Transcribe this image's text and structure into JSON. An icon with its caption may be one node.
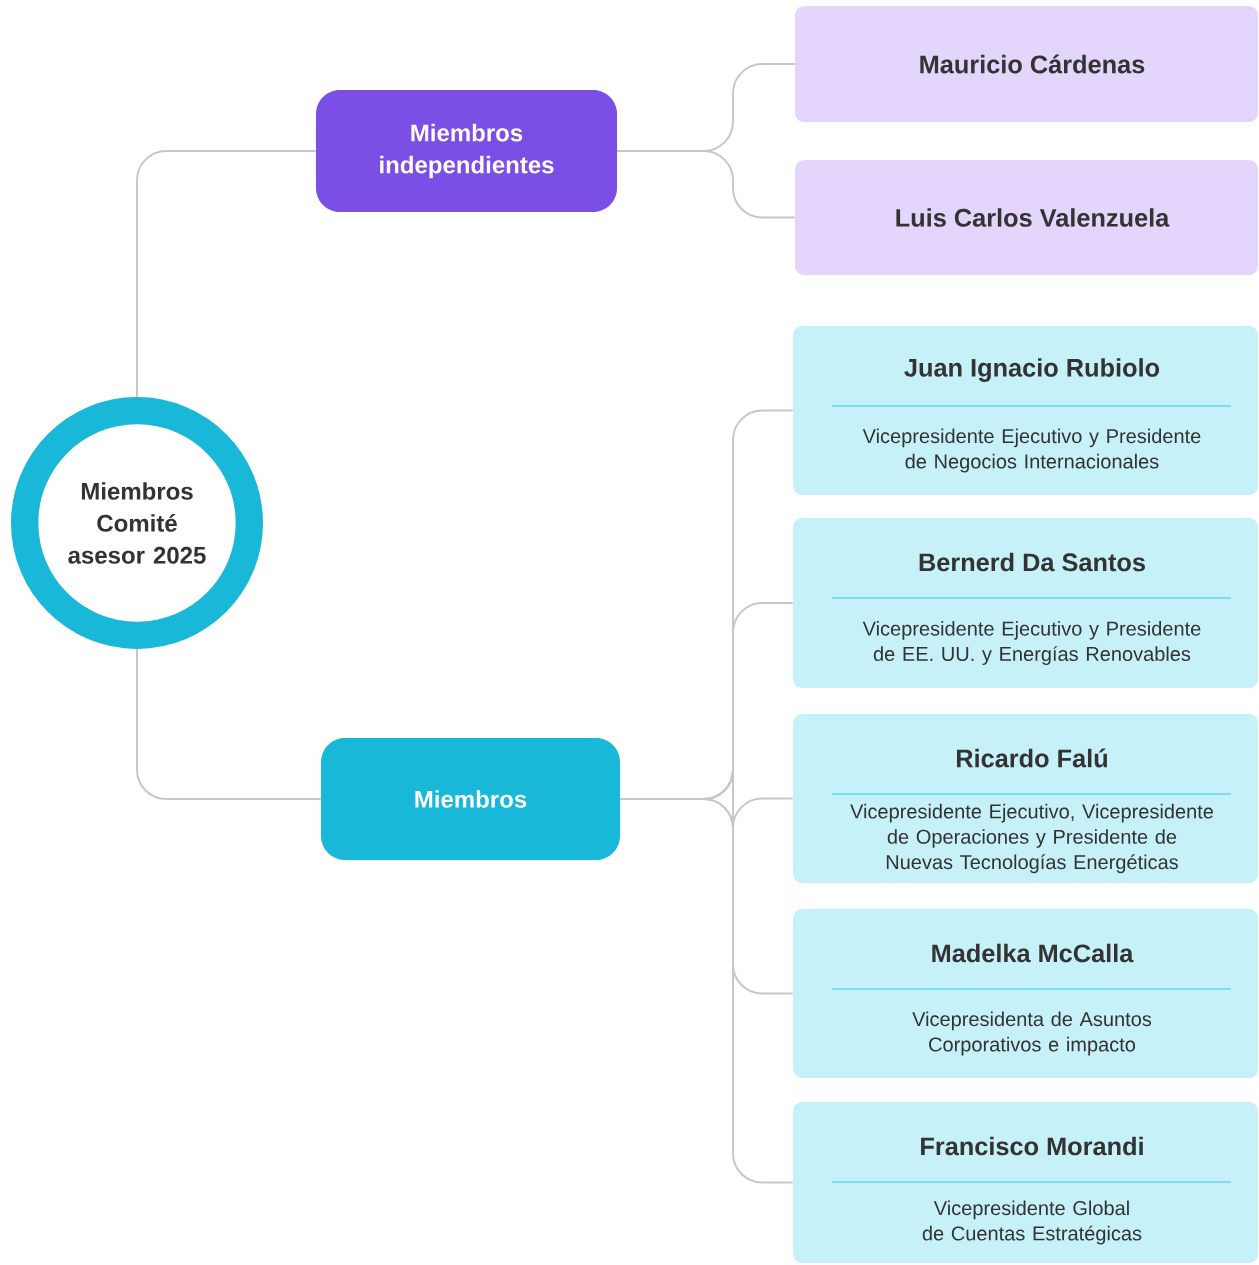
{
  "diagram": {
    "nodes": [
      {
        "text": [
          "Miembros Comité asesor 2025"
        ]
      },
      {
        "text": [
          "Miembros independientes"
        ]
      },
      {
        "text": [
          "Mauricio Cárdenas"
        ]
      },
      {
        "text": [
          "Luis Carlos Valenzuela"
        ]
      },
      {
        "text": [
          "Miembros"
        ]
      },
      {
        "text": [
          "Juan Ignacio Rubiolo",
          "Vicepresidente Ejecutivo y Presidente de Negocios Internacionales"
        ]
      },
      {
        "text": [
          "Bernerd Da Santos",
          "Vicepresidente Ejecutivo y Presidente de EE. UU. y Energías Renovables"
        ]
      },
      {
        "text": [
          "Ricardo Falú",
          "Vicepresidente Ejecutivo, Vicepresidente de Operaciones y Presidente de Nuevas Tecnologías Energéticas"
        ]
      },
      {
        "text": [
          "Madelka McCalla",
          "Vicepresidenta de Asuntos Corporativos e impacto"
        ]
      },
      {
        "text": [
          "Francisco Morandi",
          "Vicepresidente Global de Cuentas Estratégicas"
        ]
      }
    ],
    "edges": [
      {
        "from": 0,
        "to": 1,
        "arrow": "none"
      },
      {
        "from": 0,
        "to": 4,
        "arrow": "none"
      },
      {
        "from": 1,
        "to": 2,
        "arrow": "none"
      },
      {
        "from": 1,
        "to": 3,
        "arrow": "none"
      },
      {
        "from": 4,
        "to": 5,
        "arrow": "none"
      },
      {
        "from": 4,
        "to": 6,
        "arrow": "none"
      },
      {
        "from": 4,
        "to": 7,
        "arrow": "none"
      },
      {
        "from": 4,
        "to": 8,
        "arrow": "none"
      },
      {
        "from": 4,
        "to": 9,
        "arrow": "none"
      }
    ]
  }
}
